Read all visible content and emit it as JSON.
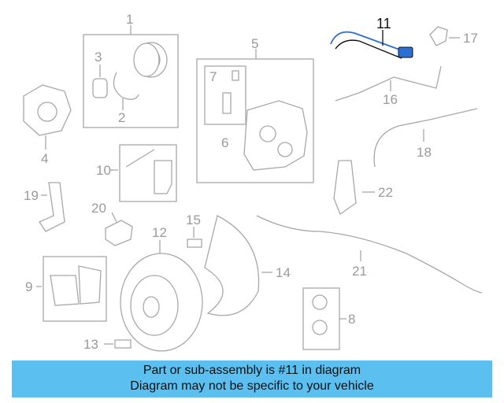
{
  "callouts": {
    "c1": "1",
    "c2": "2",
    "c3": "3",
    "c4": "4",
    "c5": "5",
    "c6": "6",
    "c7": "7",
    "c8": "8",
    "c9": "9",
    "c10": "10",
    "c11": "11",
    "c12": "12",
    "c13": "13",
    "c14": "14",
    "c15": "15",
    "c16": "16",
    "c17": "17",
    "c18": "18",
    "c19": "19",
    "c20": "20",
    "c21": "21",
    "c22": "22"
  },
  "banner": {
    "line1": "Part or sub-assembly is #11 in diagram",
    "line2": "Diagram may not be specific to your vehicle"
  },
  "colors": {
    "banner_bg": "#5bbff0",
    "highlight": "#2a6fd6",
    "part_gray": "#a8a8a8"
  }
}
